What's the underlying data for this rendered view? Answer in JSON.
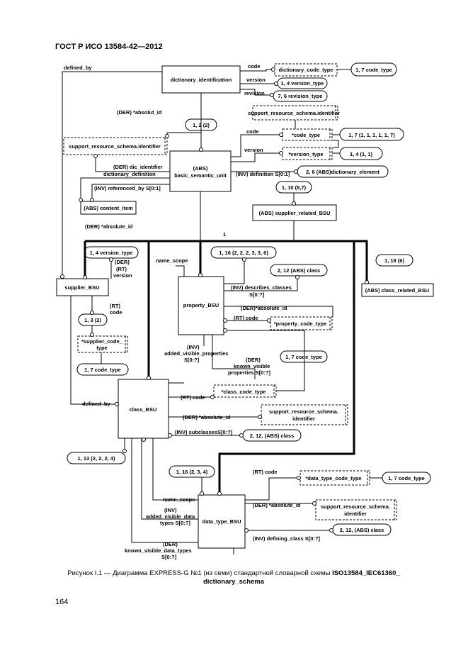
{
  "page": {
    "header": "ГОСТ Р ИСО 13584-42—2012",
    "page_number": "164",
    "caption": {
      "prefix": "Рисунок I.1 — Диаграмма EXPRESS-G №1 (из семи) стандартной словарной схемы ",
      "schema": "ISO13584_IEC61360_",
      "line2": "dictionary_schema"
    }
  },
  "diagram": {
    "entities": {
      "dictionary_identification": "dictionary_identification",
      "basic_semantic_unit_abs": "(ABS)",
      "basic_semantic_unit": "basic_semantic_unit",
      "supplier_bsu": "supplier_BSU",
      "property_bsu": "property_BSU",
      "class_bsu": "class_BSU",
      "data_type_bsu": "data_type_BSU",
      "supplier_related_bsu": "(ABS) supplier_related_BSU",
      "class_related_bsu": "(ABS) class_related_BSU",
      "content_item": "(ABS) content_item"
    },
    "types": {
      "dictionary_code_type": "dictionary_code_type",
      "srs_identifier_top": "support_resource_schema.identifier",
      "srs_identifier_left": "support_resource_schema.identifier",
      "code_type": "*code_type",
      "version_type": "*version_type",
      "supplier_code_type_1": "*supplier_code_",
      "supplier_code_type_2": "type",
      "property_code_type": "*property_code_type",
      "class_code_type": "*class_code_type",
      "srs_identifier_class_1": "support_resource_schema.",
      "srs_identifier_class_2": "identifier",
      "data_type_code_type": "*data_type_code_type",
      "srs_identifier_dt_1": "support_resource_schema.",
      "srs_identifier_dt_2": "identifier"
    },
    "pagerefs": {
      "p1": "1, 7 code_type",
      "p2": "1, 4 version_type",
      "p3": "7, 6 revision_type",
      "p4": "1, 2 (2)",
      "p5": "1, 7 (1, 1, 1, 1, 1, 7)",
      "p6": "1, 4 (1, 1)",
      "p7": "2, 6 (ABS)dictionary_element",
      "p8": "1, 10 (8,7)",
      "p9": "1, 4 version_type",
      "p10": "1, 16 (2, 2, 2, 3, 3, 6)",
      "p11": "2, 12 (ABS) class",
      "p12": "1, 18 (6)",
      "p13": "1, 3 (2)",
      "p14": "1, 7 code_type",
      "p15": "1, 7 code_type",
      "p16": "2, 12, (ABS) class",
      "p17": "1, 13 (2, 2, 2, 4)",
      "p18": "1, 16 (2, 3, 4)",
      "p19": "1, 7 code_type",
      "p20": "2, 12, (ABS) class"
    },
    "labels": {
      "defined_by_top": "defined_by",
      "code_1": "code",
      "version_1": "version",
      "revision": "revision",
      "der_absolut_id": "(DER) *absolut_id",
      "code_2": "code",
      "version_2": "version",
      "der_dic_identifier": "(DER) dic_identifier",
      "dictionary_definition": "dictionary_definition",
      "inv_definition": "(INV) definition S[0:1]",
      "inv_referenced_by": "(INV) referenced_by S[0:1]",
      "der_absolute_id_1": "(DER) *absolute_id",
      "card_1": "1",
      "name_scope_1": "name_scope",
      "der_rt_version_1": "(DER)",
      "der_rt_version_2": "(RT)",
      "der_rt_version_3": "version",
      "inv_describes_classes_1": "(INV) describes_classes",
      "inv_describes_classes_2": "S[0:?]",
      "rt_code_1": "(RT)",
      "rt_code_2": "code",
      "der_absolute_id_2": "(DER)*absolute_id",
      "rt_code_3": "(RT) code",
      "inv_added_visible_1": "(INV)",
      "inv_added_visible_2": "added_visible_properties",
      "inv_added_visible_3": "S[0:?]",
      "der_known_visible_1": "(DER)",
      "der_known_visible_2": "known_visible",
      "der_known_visible_3": "properties S[0:?]",
      "rt_code_4": "(RT) code",
      "defined_by_bottom": "defined_by",
      "der_absolute_id_3": "(DER) *absolute_id",
      "inv_subclasses": "(INV) subclassesS[0:?]",
      "rt_code_5": "(RT) code",
      "name_scope_2": "name_scope",
      "der_absolute_id_4": "(DER) *absolute_id",
      "inv_added_visible_dt_1": "(INV)",
      "inv_added_visible_dt_2": "added_visible_data",
      "inv_added_visible_dt_3": "types S[0:?]",
      "inv_defining_class": "(INV) defining_class S[0:?]",
      "der_known_visible_dt_1": "(DER)",
      "der_known_visible_dt_2": "known_visible_data_types",
      "der_known_visible_dt_3": "S[0:?]"
    }
  }
}
